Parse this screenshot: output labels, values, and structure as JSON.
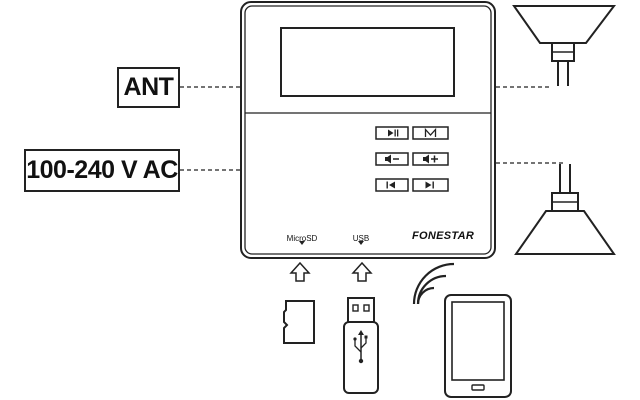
{
  "labels": {
    "antenna": "ANT",
    "power": "100-240 V AC",
    "microsd": "MicroSD",
    "usb": "USB",
    "brand": "FONESTAR"
  },
  "buttons": [
    {
      "name": "play-pause-button",
      "icon": "play-pause-icon"
    },
    {
      "name": "mode-button",
      "icon": "m-letter-icon",
      "text": "M"
    },
    {
      "name": "volume-down-button",
      "icon": "volume-down-icon"
    },
    {
      "name": "volume-up-button",
      "icon": "volume-up-icon"
    },
    {
      "name": "previous-button",
      "icon": "skip-previous-icon"
    },
    {
      "name": "next-button",
      "icon": "skip-next-icon"
    }
  ],
  "colors": {
    "line": "#222222",
    "background": "#ffffff"
  }
}
